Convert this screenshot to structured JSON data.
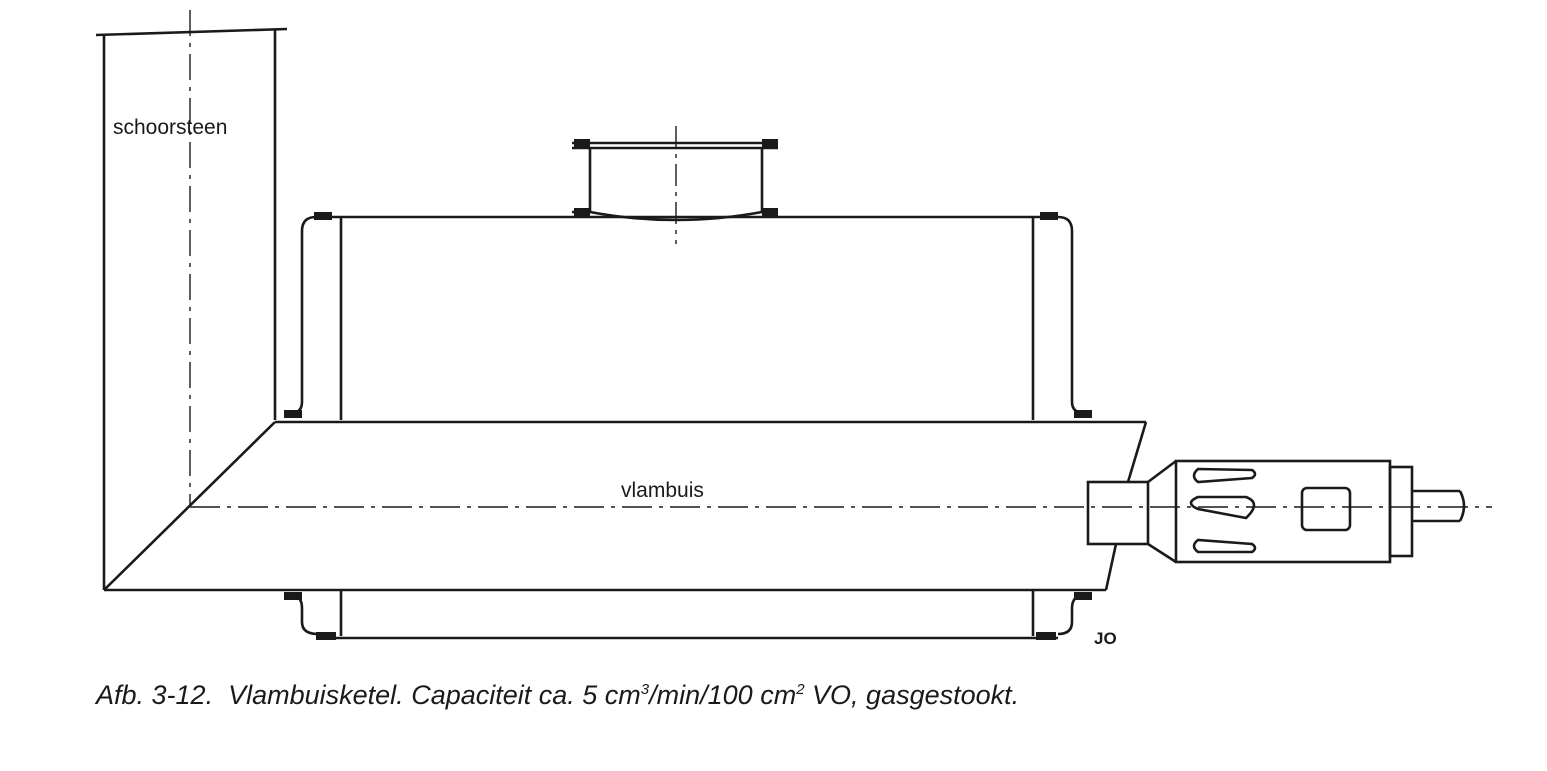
{
  "labels": {
    "chimney": "schoorsteen",
    "flame_tube": "vlambuis",
    "initials": "JO"
  },
  "caption": {
    "prefix": "Afb. 3-12.",
    "title": "Vlambuisketel.",
    "text_1": "Capaciteit ca. 5 cm",
    "sup_1": "3",
    "text_2": "/min/100 cm",
    "sup_2": "2",
    "text_3": " VO, gasgestookt."
  },
  "colors": {
    "ink": "#1a1a1a",
    "paper": "#ffffff"
  }
}
